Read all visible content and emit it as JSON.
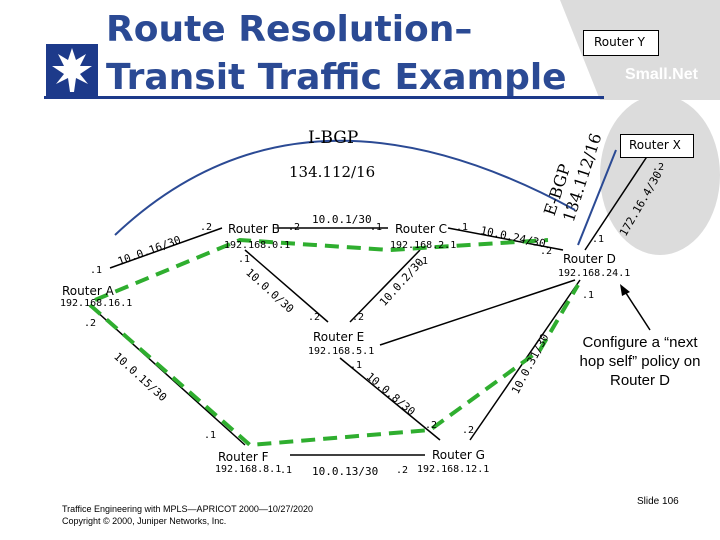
{
  "slide": {
    "title_line1": "Route Resolution–",
    "title_line2": "Transit Traffic Example",
    "slide_number": "Slide 106",
    "footer_line1": "Traffice Engineering with MPLS—APRICOT 2000—10/27/2020",
    "footer_line2": "Copyright © 2000, Juniper Networks, Inc."
  },
  "colors": {
    "title": "#2b4a94",
    "background_band": "#dcdcdc",
    "lsp_dashes": "#2fae2f",
    "logo": "#1d3a8a"
  },
  "icons": [
    "juniper-tree-logo",
    "arrow-icon"
  ],
  "routers": {
    "y": {
      "name": "Router Y",
      "network": "Small.Net"
    },
    "x": {
      "name": "Router X"
    },
    "a": {
      "name": "Router A",
      "loopback": "192.168.16.1"
    },
    "b": {
      "name": "Router B",
      "loopback": "192.168.0.1"
    },
    "c": {
      "name": "Router C",
      "loopback": "192.168.2.1"
    },
    "d": {
      "name": "Router D",
      "loopback": "192.168.24.1"
    },
    "e": {
      "name": "Router E",
      "loopback": "192.168.5.1"
    },
    "f": {
      "name": "Router F",
      "loopback": "192.168.8.1"
    },
    "g": {
      "name": "Router G",
      "loopback": "192.168.12.1"
    }
  },
  "sessions": {
    "ibgp": "I-BGP",
    "ibgp_prefix": "134.112/16",
    "ebgp_line1": "E-BGP",
    "ebgp_line2": "134.112/16"
  },
  "links": {
    "ab": "10.0.16/30",
    "bc": "10.0.1/30",
    "cd": "10.0.24/30",
    "be": "10.0.0/30",
    "ce": "10.0.2/30",
    "ed": "10.0.31/30",
    "ef": "10.0.15/30",
    "eg": "10.0.8/30",
    "fg": "10.0.13/30",
    "dx": "172.16.4/30"
  },
  "interfaces": {
    "b_left": ".2",
    "b_right": ".2",
    "b_down": ".1",
    "c_left": ".1",
    "c_right": ".1",
    "c_down": ".1",
    "a_right": ".1",
    "a_down": ".2",
    "d_left": ".2",
    "d_up": ".1",
    "d_down": ".1",
    "x_down": ".2",
    "e_up_left": ".2",
    "e_up_right": ".2",
    "e_down": ".1",
    "f_up": ".1",
    "f_right": ".1",
    "g_up_left": ".2",
    "g_up_right": ".2",
    "g_left": ".2"
  },
  "annotation": "Configure a “next hop self” policy on Router D"
}
